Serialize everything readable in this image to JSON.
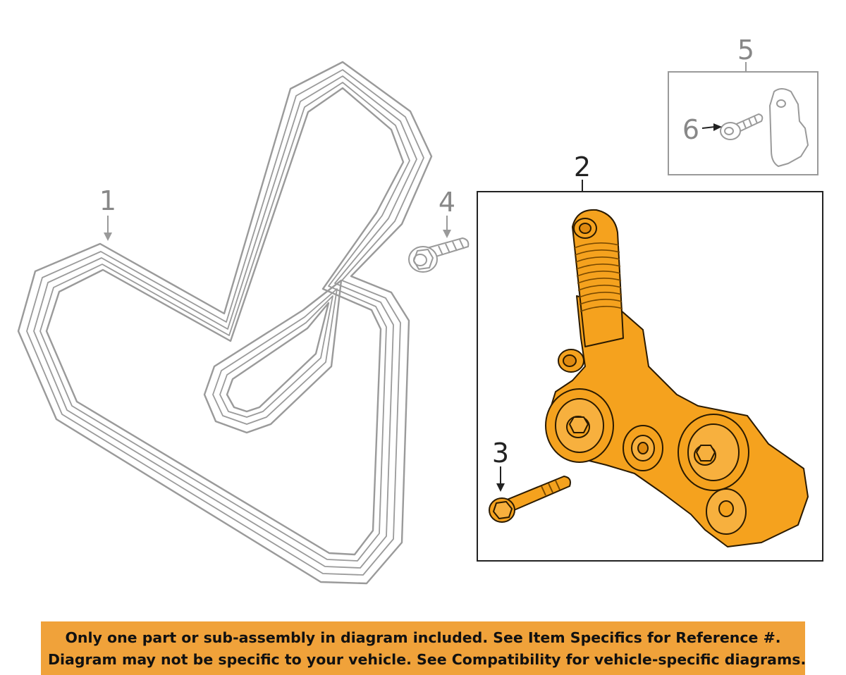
{
  "callouts": {
    "belt": "1",
    "tensioner": "2",
    "tensioner_bolt": "3",
    "bolt": "4",
    "bracket_kit": "5",
    "bracket_bolt": "6"
  },
  "banner": {
    "line1": "Only one part or sub-assembly in diagram included. See Item Specifics for Reference #.",
    "line2": "Diagram may not be specific to your vehicle. See Compatibility for vehicle-specific diagrams."
  },
  "colors": {
    "highlight_part": "#f5a21e",
    "line_gray": "#9a9a9a",
    "banner_bg": "#f0a23a"
  }
}
